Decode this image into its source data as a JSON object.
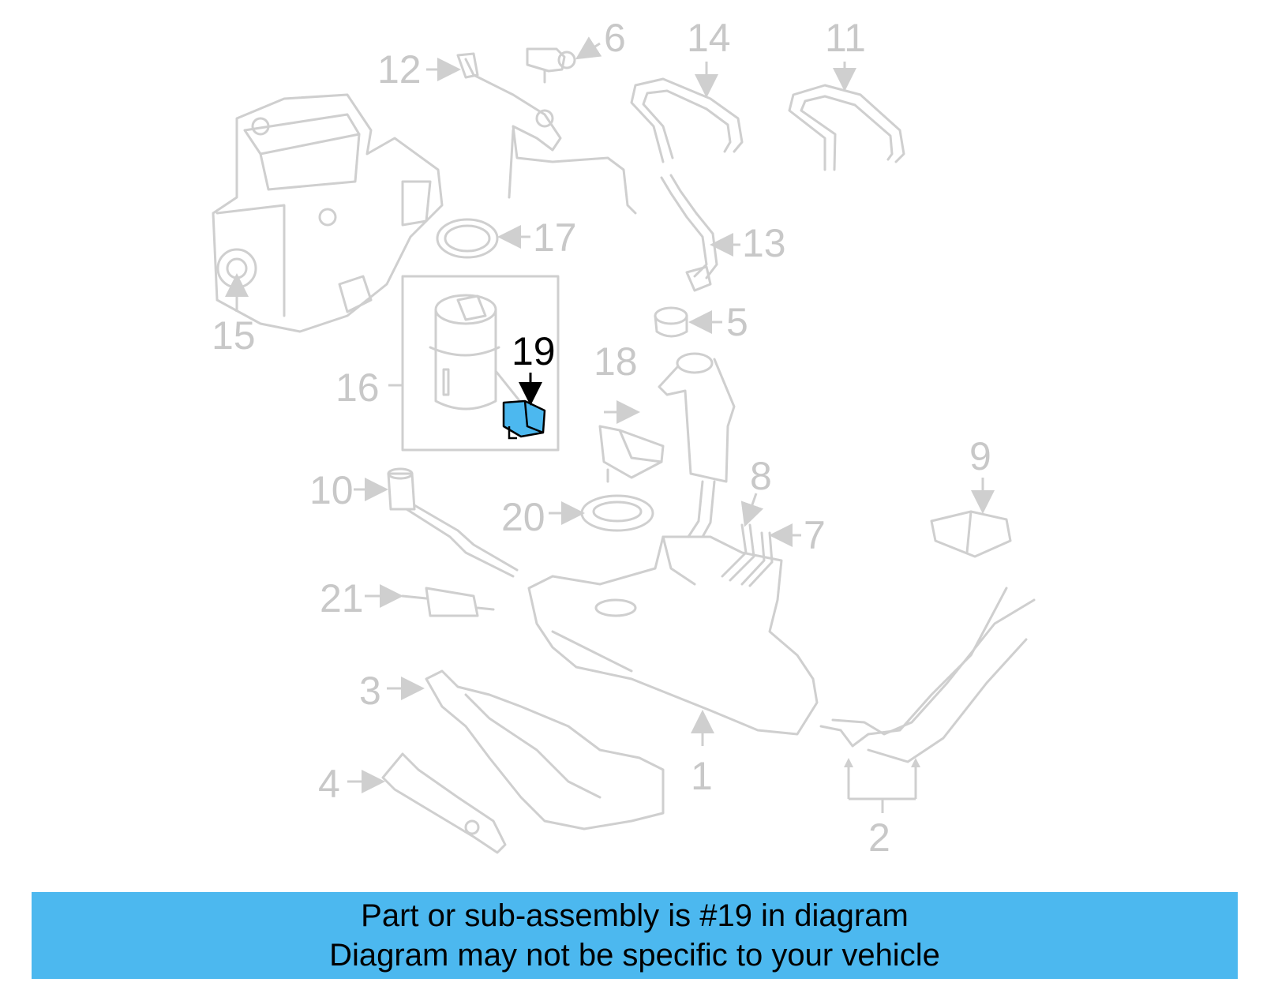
{
  "labels": [
    {
      "id": "1",
      "text": "1"
    },
    {
      "id": "2",
      "text": "2"
    },
    {
      "id": "3",
      "text": "3"
    },
    {
      "id": "4",
      "text": "4"
    },
    {
      "id": "5",
      "text": "5"
    },
    {
      "id": "6",
      "text": "6"
    },
    {
      "id": "7",
      "text": "7"
    },
    {
      "id": "8",
      "text": "8"
    },
    {
      "id": "9",
      "text": "9"
    },
    {
      "id": "10",
      "text": "10"
    },
    {
      "id": "11",
      "text": "11"
    },
    {
      "id": "12",
      "text": "12"
    },
    {
      "id": "13",
      "text": "13"
    },
    {
      "id": "14",
      "text": "14"
    },
    {
      "id": "15",
      "text": "15"
    },
    {
      "id": "16",
      "text": "16"
    },
    {
      "id": "17",
      "text": "17"
    },
    {
      "id": "18",
      "text": "18"
    },
    {
      "id": "19",
      "text": "19"
    },
    {
      "id": "20",
      "text": "20"
    },
    {
      "id": "21",
      "text": "21"
    }
  ],
  "highlight_part": "19",
  "colors": {
    "banner": "#4cb8ef",
    "highlight_part": "#4cb8ef",
    "faded_lines": "#cfcfcf"
  },
  "banner": {
    "line1": "Part or sub-assembly is #19 in diagram",
    "line2": "Diagram may not be specific to your vehicle"
  }
}
